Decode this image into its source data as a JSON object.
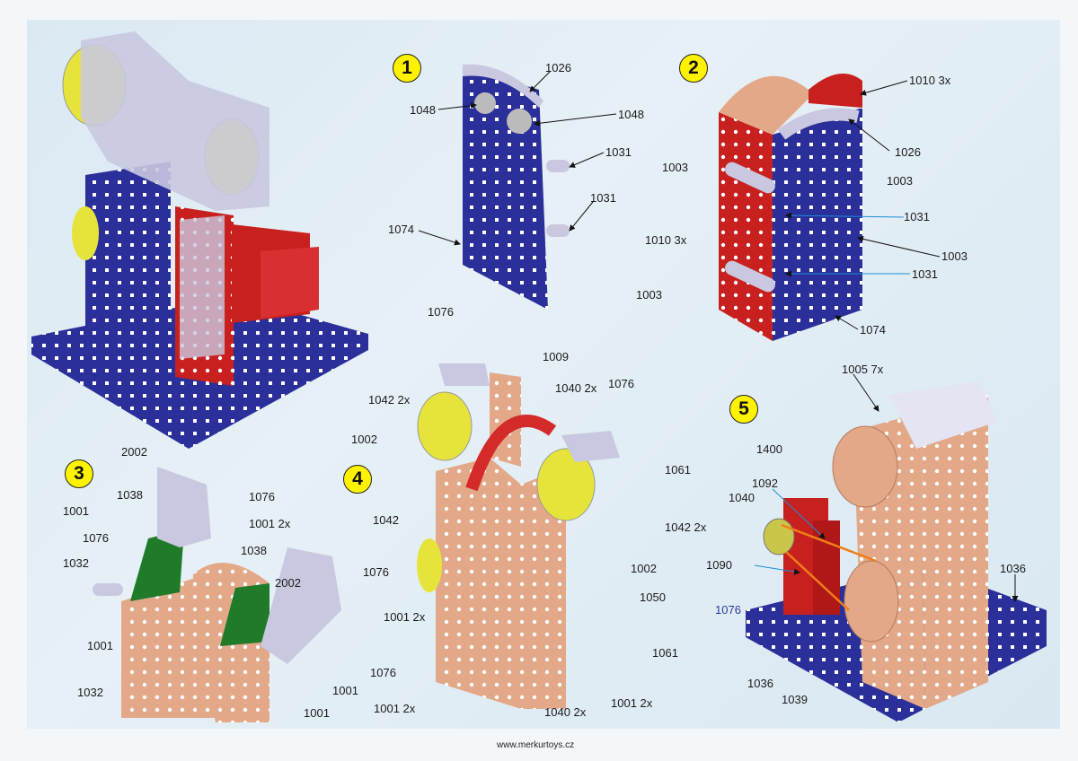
{
  "colors": {
    "blue_plate": "#2b2f9a",
    "copper": "#e3a888",
    "red": "#c8201e",
    "yellow": "#e6e43a",
    "silver": "#c9c8e0",
    "green": "#1f7a2a",
    "badge": "#fff200"
  },
  "steps": [
    {
      "number": "1",
      "labels": [
        "1026",
        "1048",
        "1048",
        "1031",
        "1031",
        "1074"
      ]
    },
    {
      "number": "2",
      "labels": [
        "1010 3x",
        "1026",
        "1003",
        "1003",
        "1031",
        "1010 3x",
        "1003",
        "1031",
        "1003",
        "1074"
      ]
    },
    {
      "number": "3",
      "labels": [
        "2002",
        "1076",
        "1038",
        "1001 2x",
        "1001",
        "1076",
        "1038",
        "1032",
        "2002",
        "1076",
        "1001",
        "1001 2x",
        "1076",
        "1032",
        "1001",
        "1001"
      ]
    },
    {
      "number": "4",
      "labels": [
        "1076",
        "1009",
        "1040 2x",
        "1076",
        "1042 2x",
        "1002",
        "1061",
        "1042",
        "1042 2x",
        "1002",
        "1050",
        "1061",
        "1001 2x",
        "1040 2x",
        "1001 2x"
      ]
    },
    {
      "number": "5",
      "labels": [
        "1005 7x",
        "1400",
        "1092",
        "1040",
        "1090",
        "1036",
        "1076",
        "1036",
        "1039"
      ]
    }
  ],
  "footer": "www.merkurtoys.cz"
}
